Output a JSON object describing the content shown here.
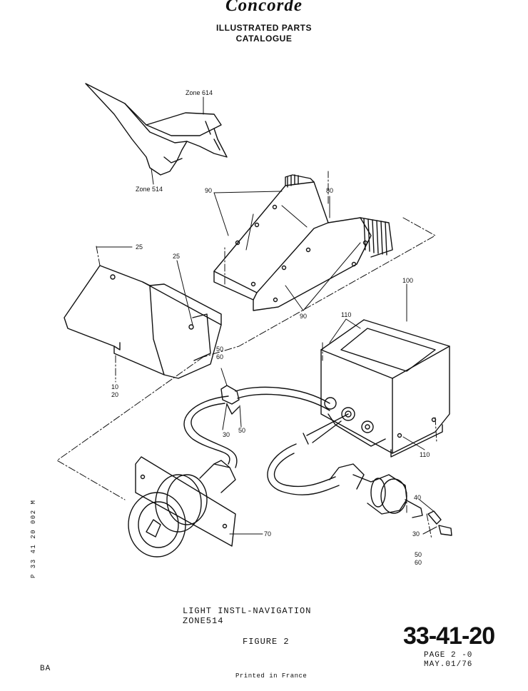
{
  "header": {
    "brand": "Concorde",
    "line1": "ILLUSTRATED PARTS",
    "line2": "CATALOGUE"
  },
  "diagram": {
    "zone_labels": [
      "Zone 614",
      "Zone 514"
    ],
    "callouts": {
      "c90a": "90",
      "c80": "80",
      "c25a": "25",
      "c25b": "25",
      "c90b": "90",
      "c100": "100",
      "c110a": "110",
      "c50a": "50",
      "c60a": "60",
      "c10": "10",
      "c20": "20",
      "c30a": "30",
      "c50b": "50",
      "c110b": "110",
      "c40": "40",
      "c70": "70",
      "c30b": "30",
      "c50c": "50",
      "c60b": "60"
    }
  },
  "side_code": "P 33 41 20 002 M",
  "caption": {
    "line1": "LIGHT INSTL-NAVIGATION",
    "line2": "ZONE514",
    "figure": "FIGURE  2"
  },
  "footer": {
    "ref": "33-41-20",
    "page": "PAGE  2 -0",
    "date": "MAY.01/76",
    "left_code": "BA",
    "printed": "Printed in France"
  }
}
